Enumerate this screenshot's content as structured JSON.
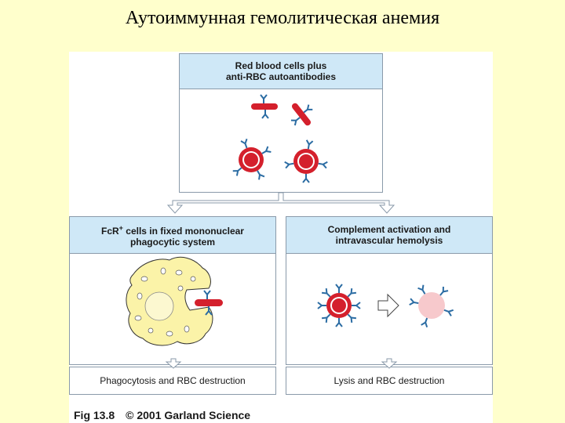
{
  "slide_title": "Аутоиммунная гемолитическая анемия",
  "top_box": {
    "line1": "Red blood cells plus",
    "line2": "anti-RBC autoantibodies"
  },
  "left_box": {
    "line1_pre": "FcR",
    "line1_sup": "+",
    "line1_post": " cells in fixed mononuclear",
    "line2": "phagocytic system"
  },
  "right_box": {
    "line1": "Complement activation and",
    "line2": "intravascular hemolysis"
  },
  "left_result": "Phagocytosis and RBC destruction",
  "right_result": "Lysis and RBC destruction",
  "caption": {
    "fig": "Fig 13.8",
    "copyright": "© 2001 Garland Science"
  },
  "colors": {
    "background": "#ffffcc",
    "header": "#cfe8f7",
    "rbc": "#d4202c",
    "antibody": "#2b6ca3",
    "macrophage": "#fbf3a8",
    "lysed_cell": "#f7c9cc"
  }
}
